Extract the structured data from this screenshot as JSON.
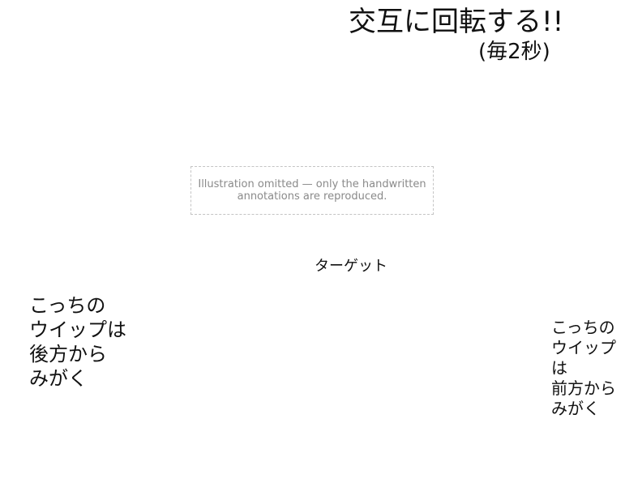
{
  "annotations": {
    "headline": "交互に回転する!!",
    "headline_timing": "(毎2秒)",
    "target_label": "ターゲット",
    "left_note": "こっちの\nウイップは\n後方から\nみがく",
    "right_note": "こっちの\nウイップは\n前方から\nみがく"
  },
  "placeholder": {
    "text": "Illustration omitted — only the handwritten annotations are reproduced."
  }
}
